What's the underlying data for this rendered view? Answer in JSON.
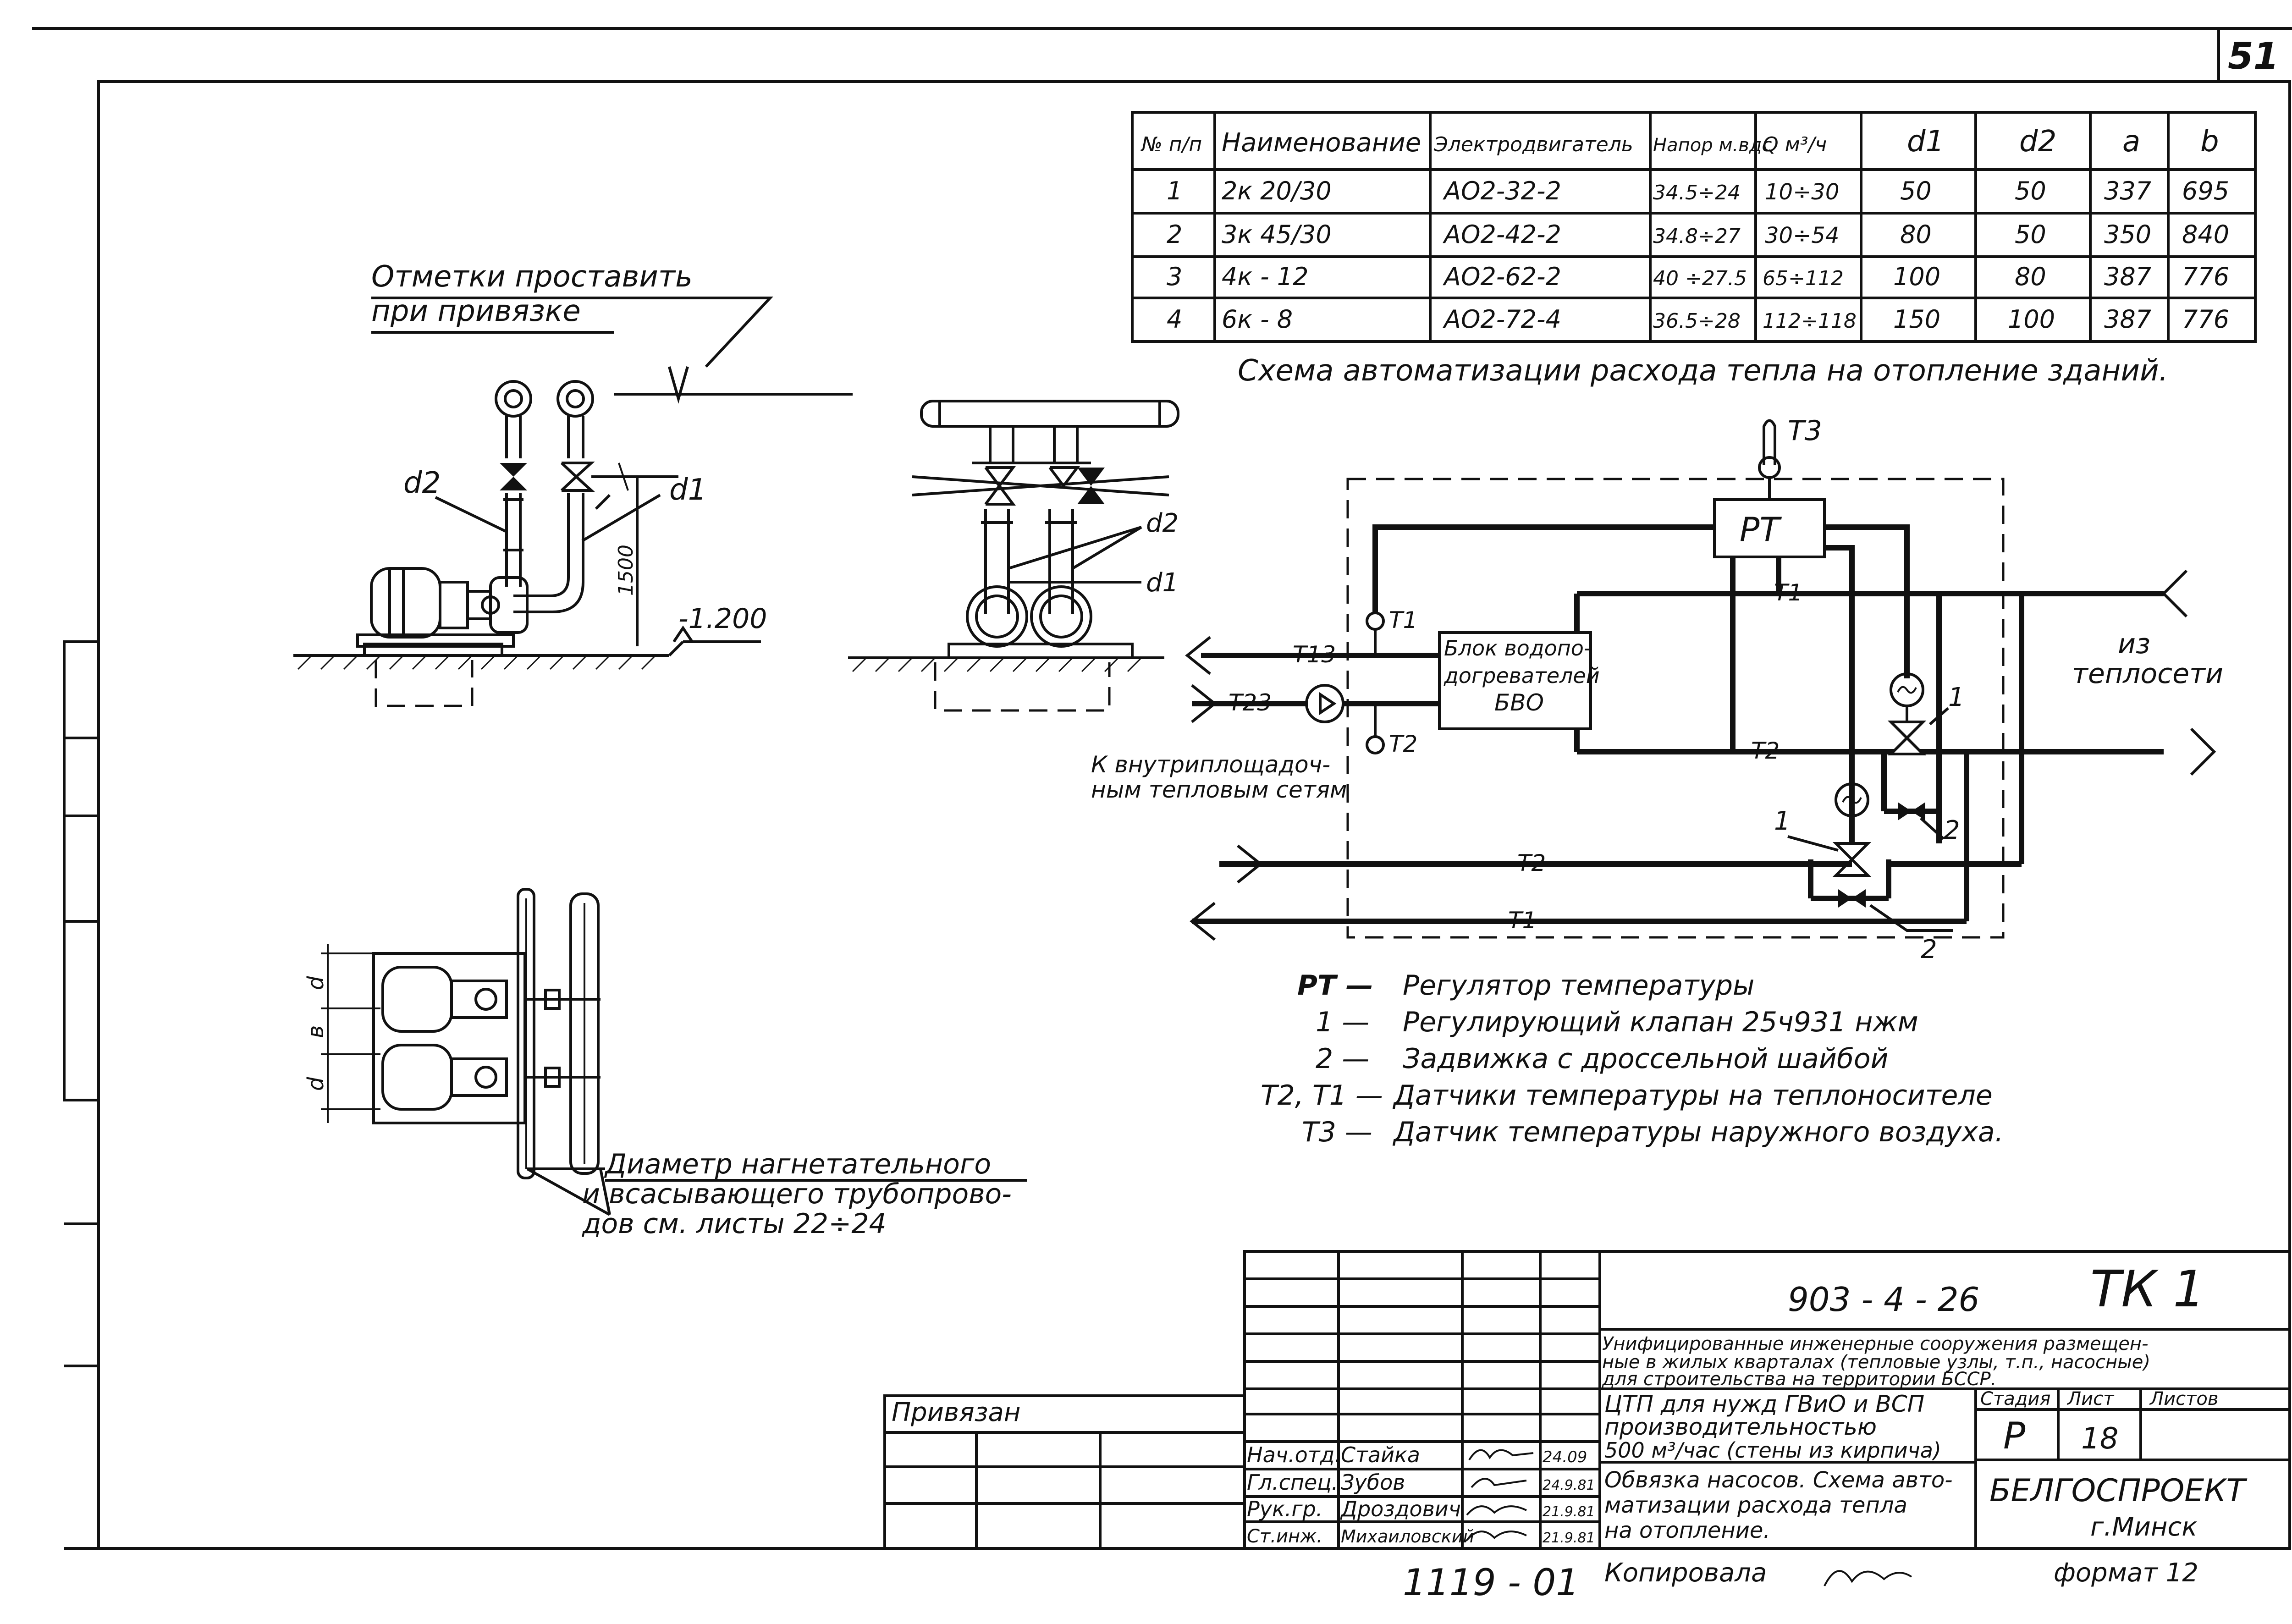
{
  "page_number": "51",
  "pump_table": {
    "headers": [
      "№ п/п",
      "Наименование",
      "Электродвигатель",
      "Напор м.вдс",
      "Q м³/ч",
      "d1",
      "d2",
      "a",
      "b"
    ],
    "rows": [
      [
        "1",
        "2к 20/30",
        "АО2-32-2",
        "34.5÷24",
        "10÷30",
        "50",
        "50",
        "337",
        "695"
      ],
      [
        "2",
        "3к 45/30",
        "АО2-42-2",
        "34.8÷27",
        "30÷54",
        "80",
        "50",
        "350",
        "840"
      ],
      [
        "3",
        "4к - 12",
        "АО2-62-2",
        "40 ÷27.5",
        "65÷112",
        "100",
        "80",
        "387",
        "776"
      ],
      [
        "4",
        "6к - 8",
        "АО2-72-4",
        "36.5÷28",
        "112÷118",
        "150",
        "100",
        "387",
        "776"
      ]
    ]
  },
  "pump_elevation": {
    "note_line1": "Отметки проставить",
    "note_line2": "при привязке",
    "d2": "d2",
    "d1": "d1",
    "height": "1500",
    "level": "-1.200"
  },
  "pump_side": {
    "d2": "d2",
    "d1": "d1"
  },
  "pump_plan": {
    "dim_d_top": "d",
    "dim_b": "в",
    "dim_d_bottom": "d",
    "note_line1": "Диаметр нагнетательного",
    "note_line2": "и всасывающего трубопрово-",
    "note_line3": "дов см. листы 22÷24"
  },
  "scheme": {
    "title": "Схема автоматизации расхода тепла на отопление зданий.",
    "t3": "Т3",
    "regulator": "РТ",
    "t1_top": "Т1",
    "t1_sensor": "Т1",
    "t2_sensor": "Т2",
    "t2_mid": "Т2",
    "t13": "Т13",
    "t23": "Т23",
    "block_line1": "Блок водопо-",
    "block_line2": "догревателей",
    "block_line3": "БВО",
    "from_net_line1": "из",
    "from_net_line2": "теплосети",
    "to_internal_line1": "К внутриплощадоч-",
    "to_internal_line2": "ным тепловым сетям",
    "t2_bottom": "Т2",
    "t1_bottom": "Т1",
    "valve_label_1a": "1",
    "valve_label_2a": "2",
    "valve_label_1b": "1",
    "valve_label_2b": "2"
  },
  "legend": [
    {
      "key": "РТ —",
      "text": "Регулятор температуры"
    },
    {
      "key": "1 —",
      "text": "Регулирующий клапан 25ч931 нжм"
    },
    {
      "key": "2 —",
      "text": "Задвижка с дроссельной шайбой"
    },
    {
      "key": "Т2, Т1 —",
      "text": "Датчики температуры на теплоносителе"
    },
    {
      "key": "Т3 —",
      "text": "Датчик температуры наружного воздуха."
    }
  ],
  "title_block": {
    "doc_code": "903 - 4 - 26",
    "sheet_mark": "ТК 1",
    "project_line1": "Унифицированные инженерные сооружения размещен-",
    "project_line2": "ные в жилых кварталах (тепловые узлы, т.п., насосные)",
    "project_line3": "для строительства на территории БССР.",
    "object_line1": "ЦТП для нужд ГВиО и ВСП",
    "object_line2": "производительностью",
    "object_line3": "500 м³/час (стены из кирпича)",
    "stage_header": "Стадия",
    "sheet_header": "Лист",
    "sheets_header": "Листов",
    "stage": "Р",
    "sheet": "18",
    "sheet_title_line1": "Обвязка насосов. Схема авто-",
    "sheet_title_line2": "матизации расхода тепла",
    "sheet_title_line3": "на отопление.",
    "org": "БЕЛГОСПРОЕКТ",
    "city": "г.Минск",
    "bound_label": "Привязан",
    "staff": [
      {
        "role": "Нач.отд.",
        "name": "Стайка",
        "date": "24.09"
      },
      {
        "role": "Гл.спец.",
        "name": "Зубов",
        "date": "24.9.81"
      },
      {
        "role": "Рук.гр.",
        "name": "Дроздович",
        "date": "21.9.81"
      },
      {
        "role": "Ст.инж.",
        "name": "Михаиловский",
        "date": "21.9.81"
      }
    ],
    "inventory": "1119 - 01",
    "copied_label": "Копировала",
    "format_label": "формат 12"
  }
}
